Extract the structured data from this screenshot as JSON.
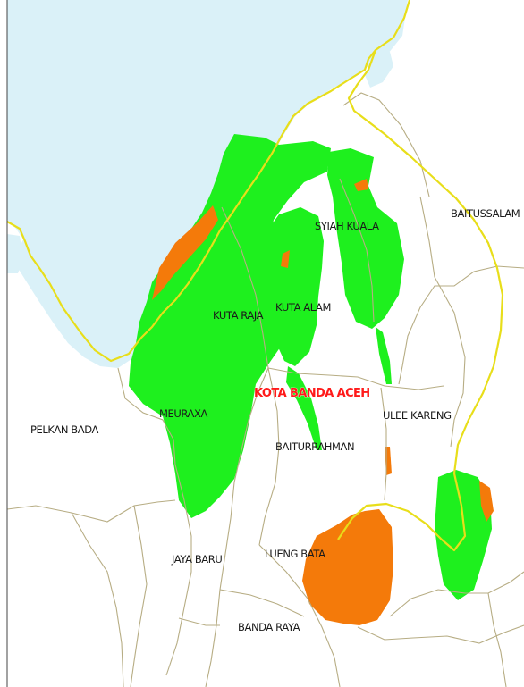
{
  "labels": {
    "baitussalam": "BAITUSSALAM",
    "syiah_kuala": "SYIAH KUALA",
    "kuta_raja": "KUTA RAJA",
    "kuta_alam": "KUTA ALAM",
    "city": "KOTA BANDA ACEH",
    "meuraxa": "MEURAXA",
    "pelkan_bada": "PELKAN BADA",
    "ulee_kareng": "ULEE KARENG",
    "baiturrahman": "BAITURRAHMAN",
    "jaya_baru": "JAYA BARU",
    "lueng_bata": "LUENG BATA",
    "banda_raya": "BANDA RAYA"
  },
  "colors": {
    "sea": "#daf1f8",
    "land": "#ffffff",
    "green_zone": "#1ef01e",
    "orange_zone": "#f47a0a",
    "coast_road": "#e8de1a",
    "district_border": "#b7ad84",
    "city_label": "#ff1a1a"
  }
}
